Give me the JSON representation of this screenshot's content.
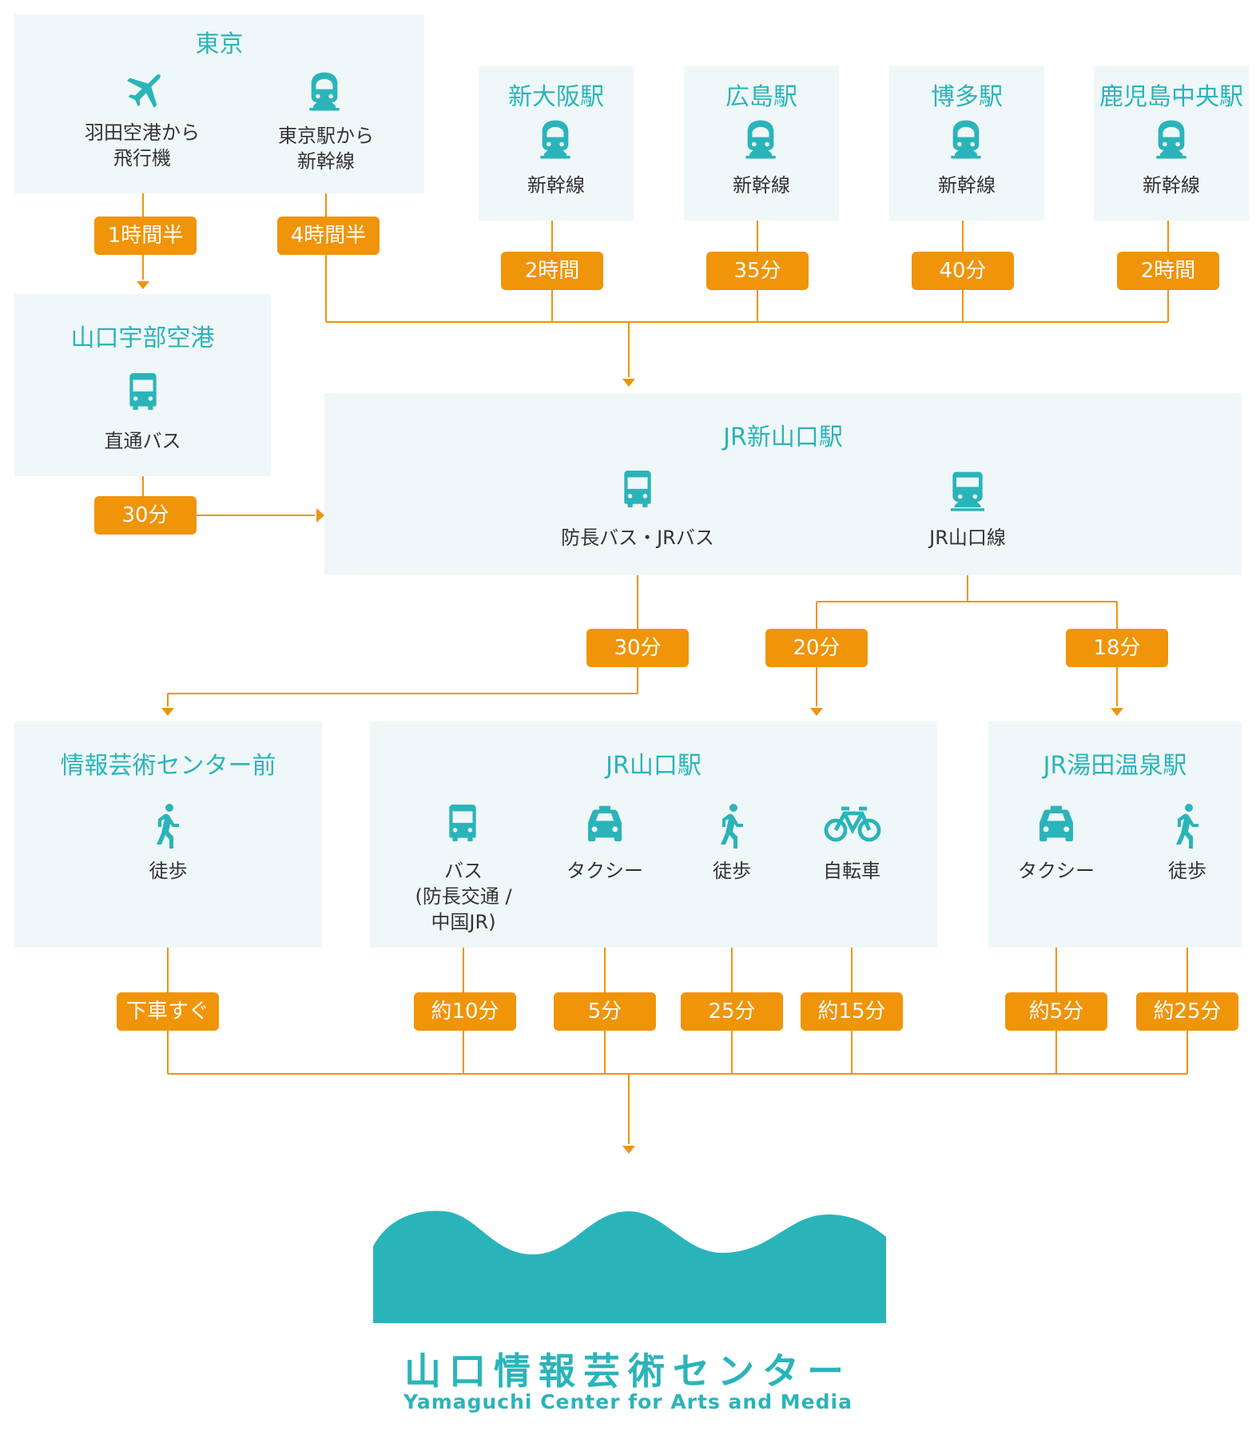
{
  "colors": {
    "accent": "#2ab4ba",
    "badge": "#f0940a",
    "box": "#f0f7f8",
    "text": "#333333"
  },
  "origins": {
    "tokyo": {
      "title": "東京",
      "haneda": "羽田空港から\n飛行機",
      "tokyo_station": "東京駅から\n新幹線"
    },
    "shin_osaka": {
      "title": "新大阪駅",
      "mode": "新幹線"
    },
    "hiroshima": {
      "title": "広島駅",
      "mode": "新幹線"
    },
    "hakata": {
      "title": "博多駅",
      "mode": "新幹線"
    },
    "kagoshima": {
      "title": "鹿児島中央駅",
      "mode": "新幹線"
    }
  },
  "ube_airport": {
    "title": "山口宇部空港",
    "mode": "直通バス"
  },
  "shin_yamaguchi": {
    "title": "JR新山口駅",
    "bus": "防長バス・JRバス",
    "train": "JR山口線"
  },
  "center_mae": {
    "title": "情報芸術センター前",
    "mode": "徒歩"
  },
  "yamaguchi_station": {
    "title": "JR山口駅",
    "bus": "バス\n(防長交通 /\n中国JR)",
    "taxi": "タクシー",
    "walk": "徒歩",
    "bike": "自転車"
  },
  "yuda_onsen": {
    "title": "JR湯田温泉駅",
    "taxi": "タクシー",
    "walk": "徒歩"
  },
  "times": {
    "haneda_flight": "1時間半",
    "tokyo_shinkansen": "4時間半",
    "shin_osaka": "2時間",
    "hiroshima": "35分",
    "hakata": "40分",
    "kagoshima": "2時間",
    "airport_bus": "30分",
    "shin_yamaguchi_bus": "30分",
    "to_yamaguchi": "20分",
    "to_yuda": "18分",
    "center_mae_walk": "下車すぐ",
    "yamaguchi_bus": "約10分",
    "yamaguchi_taxi": "5分",
    "yamaguchi_walk": "25分",
    "yamaguchi_bike": "約15分",
    "yuda_taxi": "約5分",
    "yuda_walk": "約25分"
  },
  "logo": {
    "japanese": "山口情報芸術センター",
    "english": "Yamaguchi Center for Arts and Media"
  }
}
